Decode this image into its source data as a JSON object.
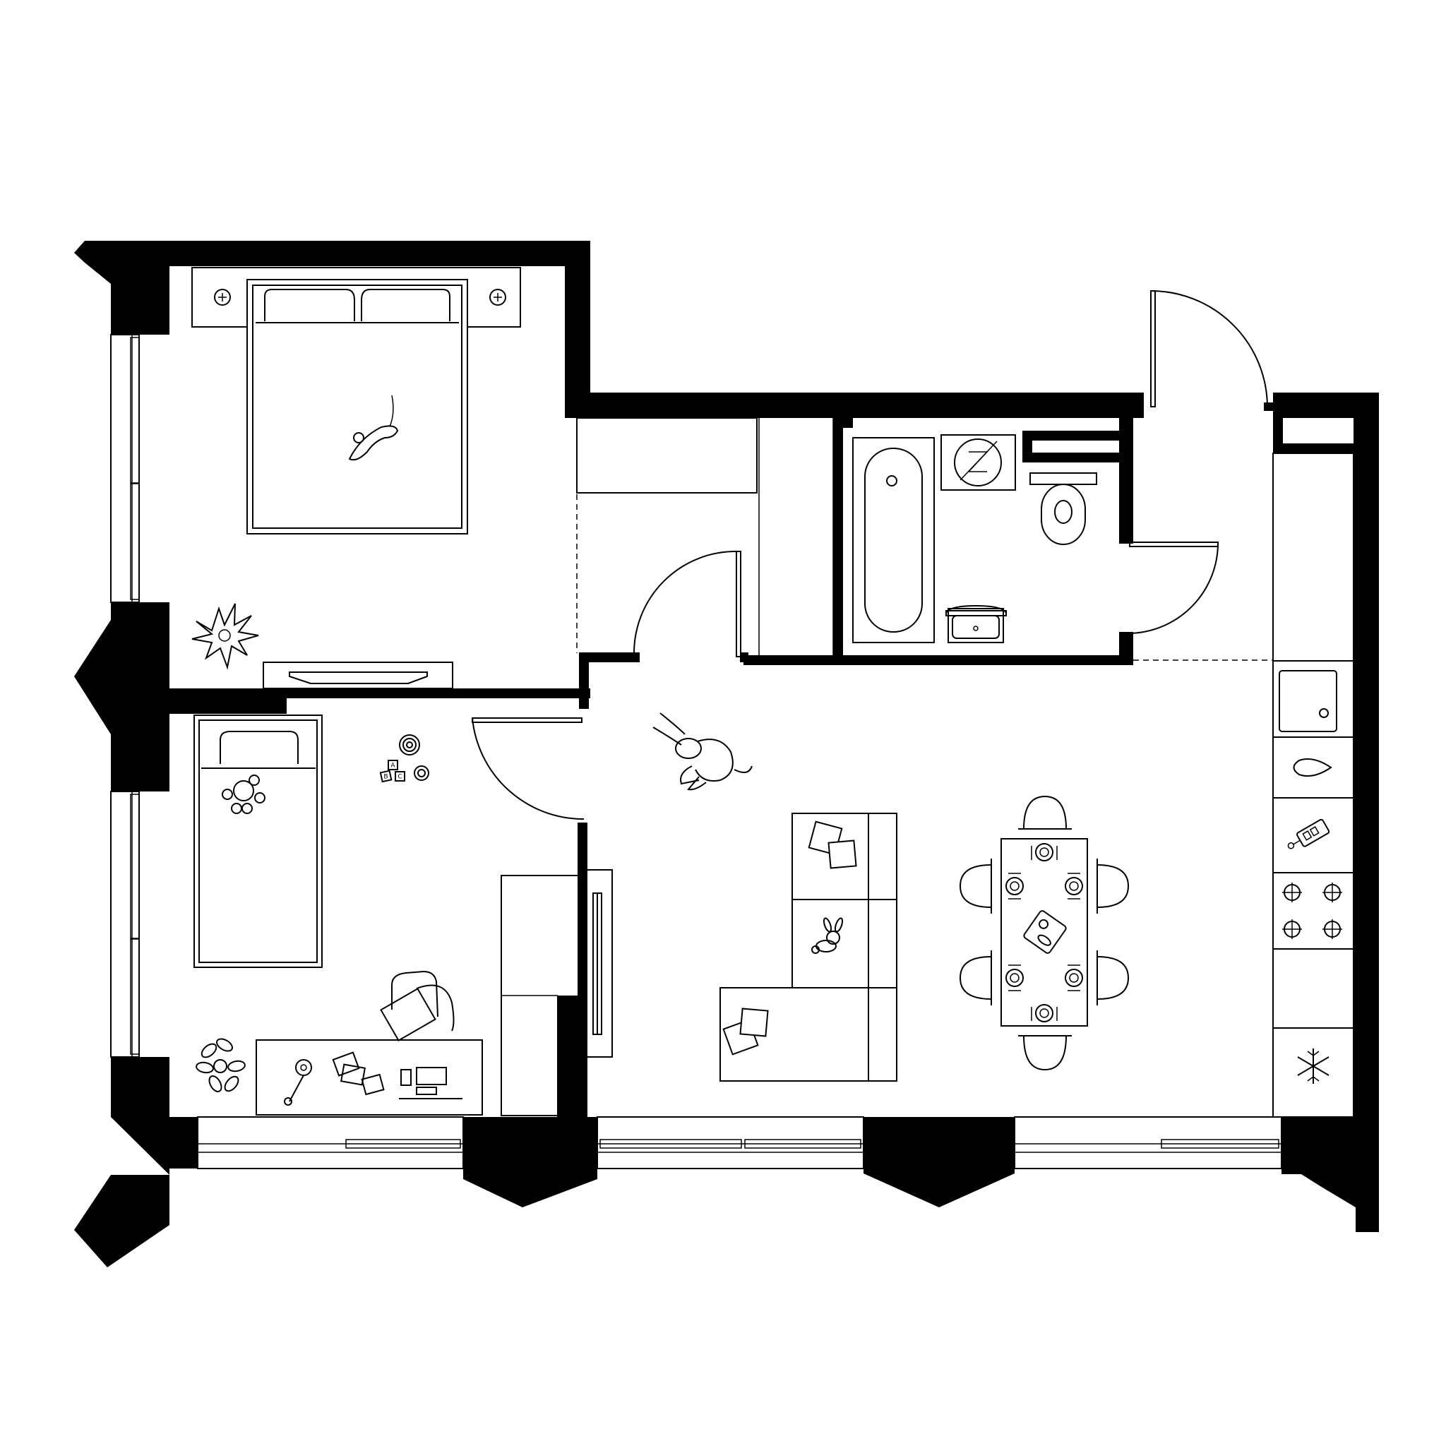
{
  "plan": {
    "wall_color": "#000000",
    "background": "#ffffff",
    "toy_blocks": [
      "A",
      "B",
      "C"
    ]
  }
}
